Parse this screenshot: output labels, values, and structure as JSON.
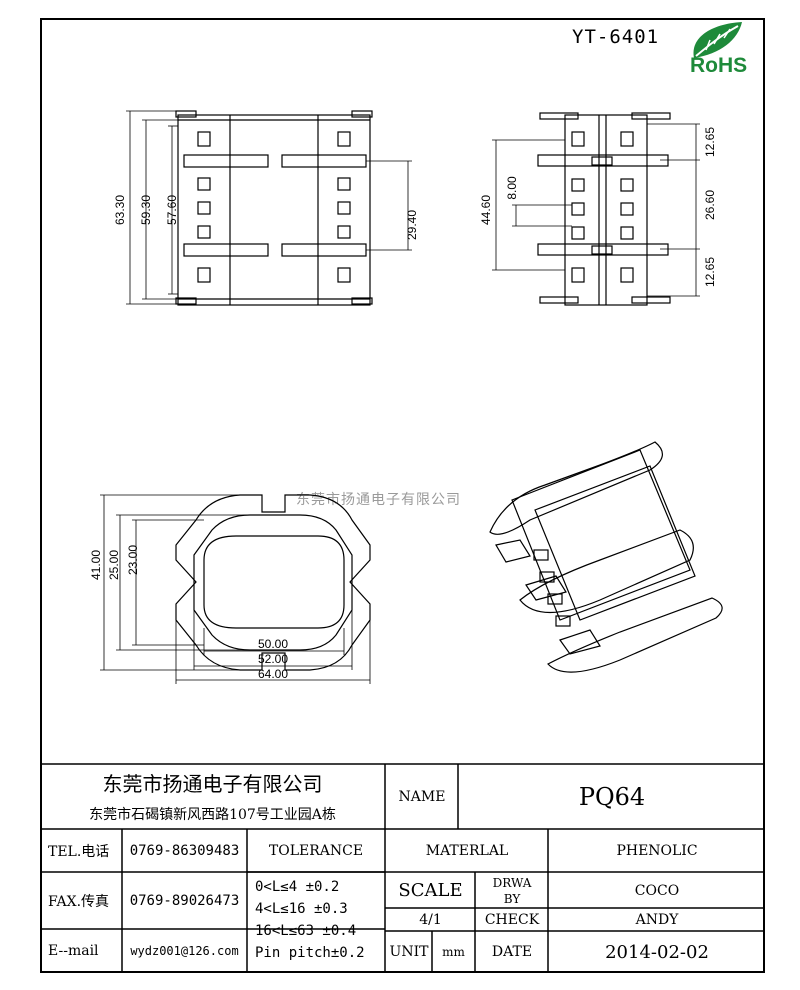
{
  "model": "YT-6401",
  "rohs": "RoHS",
  "watermark": "东莞市扬通电子有限公司",
  "brand_color": "#1e8a3a",
  "dimensions": {
    "A": "63.30",
    "B": "59.30",
    "D_left": "57.60",
    "C": "29.40",
    "L": "44.60",
    "M": "8.00",
    "N": "12.65",
    "O": "26.60",
    "P": "12.65",
    "E": "41.00",
    "F": "25.00",
    "G": "23.00",
    "H": "50.00",
    "I": "52.00",
    "J": "64.00"
  },
  "title_block": {
    "company": "东莞市扬通电子有限公司",
    "address": "东莞市石碣镇新风西路107号工业园A栋",
    "name_label": "NAME",
    "name_value": "PQ64",
    "tel_label": "TEL.电话",
    "tel_value": "0769-86309483",
    "fax_label": "FAX.传真",
    "fax_value": "0769-89026473",
    "email_label": "E--mail",
    "email_value": "wydz001@126.com",
    "tolerance_label": "TOLERANCE",
    "tol1": "0<L≤4   ±0.2",
    "tol2": "4<L≤16  ±0.3",
    "tol3": "16<L≤63 ±0.4",
    "pin_pitch": "Pin pitch±0.2",
    "material_label": "MATERLAL",
    "material_value": "PHENOLIC",
    "scale_label": "SCALE",
    "scale_value": "4/1",
    "drawn_label_1": "DRWA",
    "drawn_label_2": "BY",
    "drawn_value": "COCO",
    "check_label": "CHECK",
    "check_value": "ANDY",
    "unit_label": "UNIT",
    "unit_value": "mm",
    "date_label": "DATE",
    "date_value": "2014-02-02"
  }
}
